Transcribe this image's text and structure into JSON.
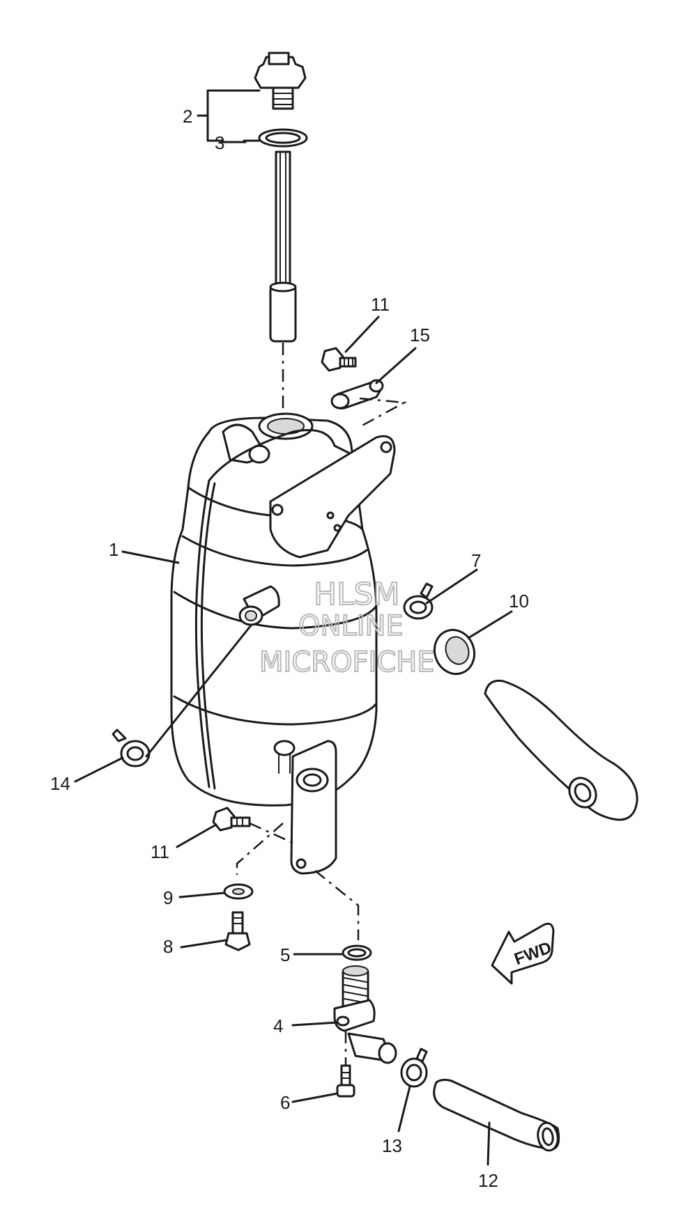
{
  "callouts": {
    "c1": "1",
    "c2": "2",
    "c3": "3",
    "c4": "4",
    "c5": "5",
    "c6": "6",
    "c7": "7",
    "c8": "8",
    "c9": "9",
    "c10": "10",
    "c11a": "11",
    "c11b": "11",
    "c12": "12",
    "c13": "13",
    "c14": "14",
    "c15": "15"
  },
  "fwd_label": "FWD",
  "watermark": {
    "line1": "HLSM",
    "line2": "ONLINE",
    "line3": "MICROFICHE"
  }
}
